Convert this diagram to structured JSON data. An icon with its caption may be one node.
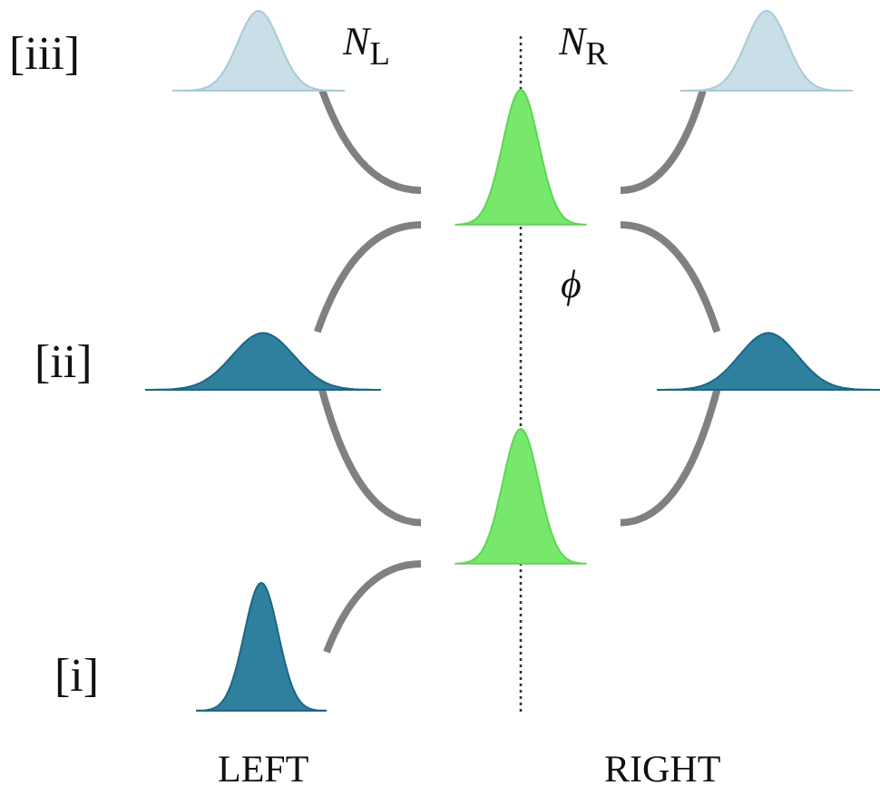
{
  "diagram": {
    "nodes": [
      {
        "text": [],
        "shape": "picture"
      },
      {
        "text": [],
        "shape": "picture"
      },
      {
        "text": [],
        "shape": "picture"
      },
      {
        "text": [],
        "shape": "picture"
      },
      {
        "text": [],
        "shape": "picture"
      },
      {
        "text": [],
        "shape": "picture"
      },
      {
        "text": [],
        "shape": "picture"
      }
    ],
    "edges": [
      {
        "from": 0,
        "to": 2,
        "arrow": "none"
      },
      {
        "from": 2,
        "to": 1,
        "arrow": "none"
      },
      {
        "from": 2,
        "to": 3,
        "arrow": "none"
      },
      {
        "from": 2,
        "to": 4,
        "arrow": "none"
      },
      {
        "from": 3,
        "to": 5,
        "arrow": "none"
      },
      {
        "from": 4,
        "to": 5,
        "arrow": "none"
      },
      {
        "from": 5,
        "to": 6,
        "arrow": "none"
      }
    ],
    "labels": [
      "[iii]",
      "*N*$_{L}$",
      "*N*$_{R}$",
      "*ϕ*",
      "[ii]",
      "[i]",
      "LEFT",
      "RIGHT"
    ]
  }
}
